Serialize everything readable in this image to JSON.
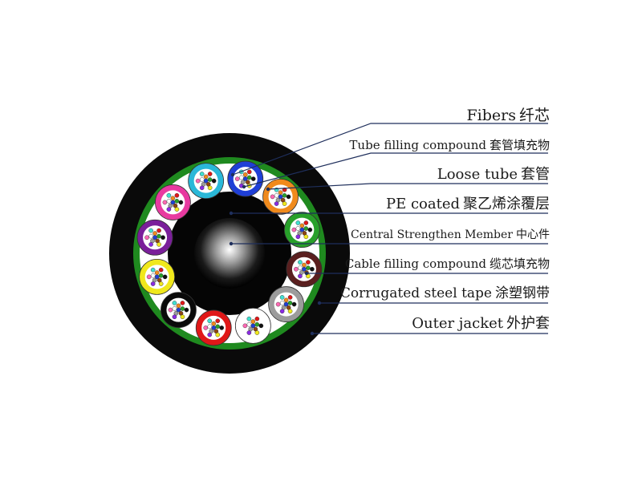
{
  "diagram": {
    "labels": [
      {
        "id": "fibers",
        "en": "Fibers",
        "zh": "纤芯"
      },
      {
        "id": "tube-filling",
        "en": "Tube filling compound",
        "zh": "套管填充物"
      },
      {
        "id": "loose-tube",
        "en": "Loose tube",
        "zh": "套管"
      },
      {
        "id": "pe-coated",
        "en": "PE coated",
        "zh": "聚乙烯涂覆层"
      },
      {
        "id": "central-member",
        "en": "Central Strengthen Member",
        "zh": "中心件"
      },
      {
        "id": "cable-filling",
        "en": "Cable filling compound",
        "zh": "缆芯填充物"
      },
      {
        "id": "steel-tape",
        "en": "Corrugated steel tape",
        "zh": "涂塑钢带"
      },
      {
        "id": "outer-jacket",
        "en": "Outer jacket",
        "zh": "外护套"
      }
    ],
    "colors": {
      "jacket": "#0a0a0a",
      "steel_tape": "#1f8a1f",
      "filling": "#ffffff",
      "pe_coat": "#050505",
      "leader": "#1f2f5c"
    },
    "tube_colors": [
      "#1f3fd6",
      "#f08a1c",
      "#28a02a",
      "#5a1f1f",
      "#9c9c9c",
      "#ffffff",
      "#e01818",
      "#0a0a0a",
      "#f0e81c",
      "#7a1f9a",
      "#e83aa0",
      "#2ab8d8"
    ],
    "fiber_colors": [
      "#1f3fd6",
      "#f08a1c",
      "#28a02a",
      "#8b4513",
      "#9c9c9c",
      "#ffffff",
      "#e01818",
      "#111111",
      "#f0e81c",
      "#8a2be2",
      "#ff69b4",
      "#40e0d0"
    ]
  }
}
